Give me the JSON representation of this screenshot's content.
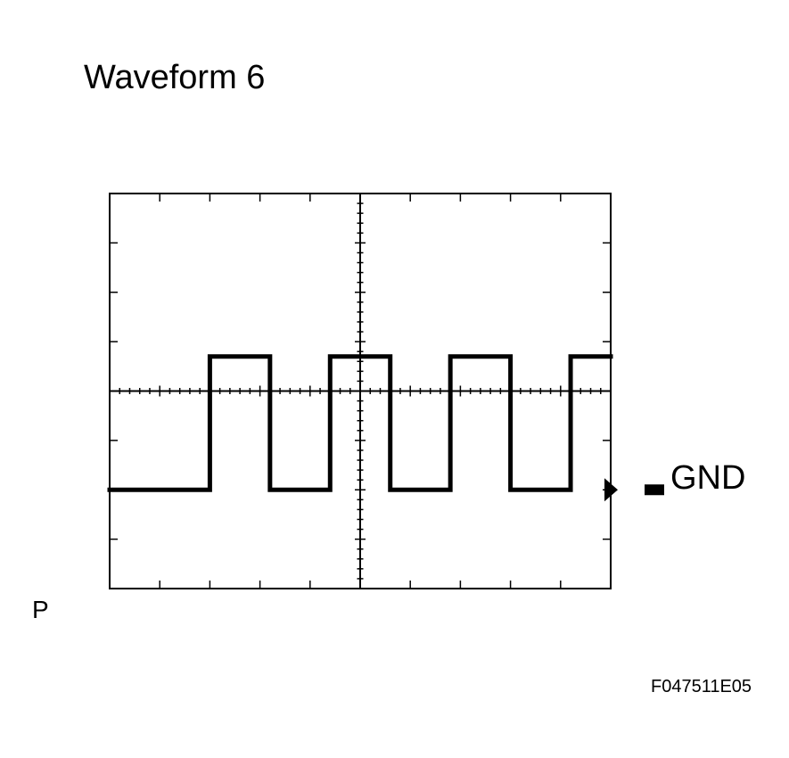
{
  "chart_data": {
    "type": "line",
    "title": "Waveform 6",
    "xlabel": "",
    "ylabel": "",
    "grid": false,
    "axes": {
      "x_divisions": 10,
      "y_divisions": 8,
      "minor_ticks_per_division": 5
    },
    "x": [
      0,
      2,
      2,
      3.2,
      3.2,
      4.4,
      4.4,
      5.6,
      5.6,
      6.8,
      6.8,
      8,
      8,
      9.2,
      9.2,
      10
    ],
    "y": [
      2,
      2,
      4.7,
      4.7,
      2,
      2,
      4.7,
      4.7,
      2,
      2,
      4.7,
      4.7,
      2,
      2,
      4.7,
      4.7
    ],
    "xlim": [
      0,
      10
    ],
    "ylim": [
      0,
      8
    ],
    "ground_level": 2,
    "ground_label": "GND",
    "side_label": "P",
    "figure_id": "F047511E05"
  }
}
